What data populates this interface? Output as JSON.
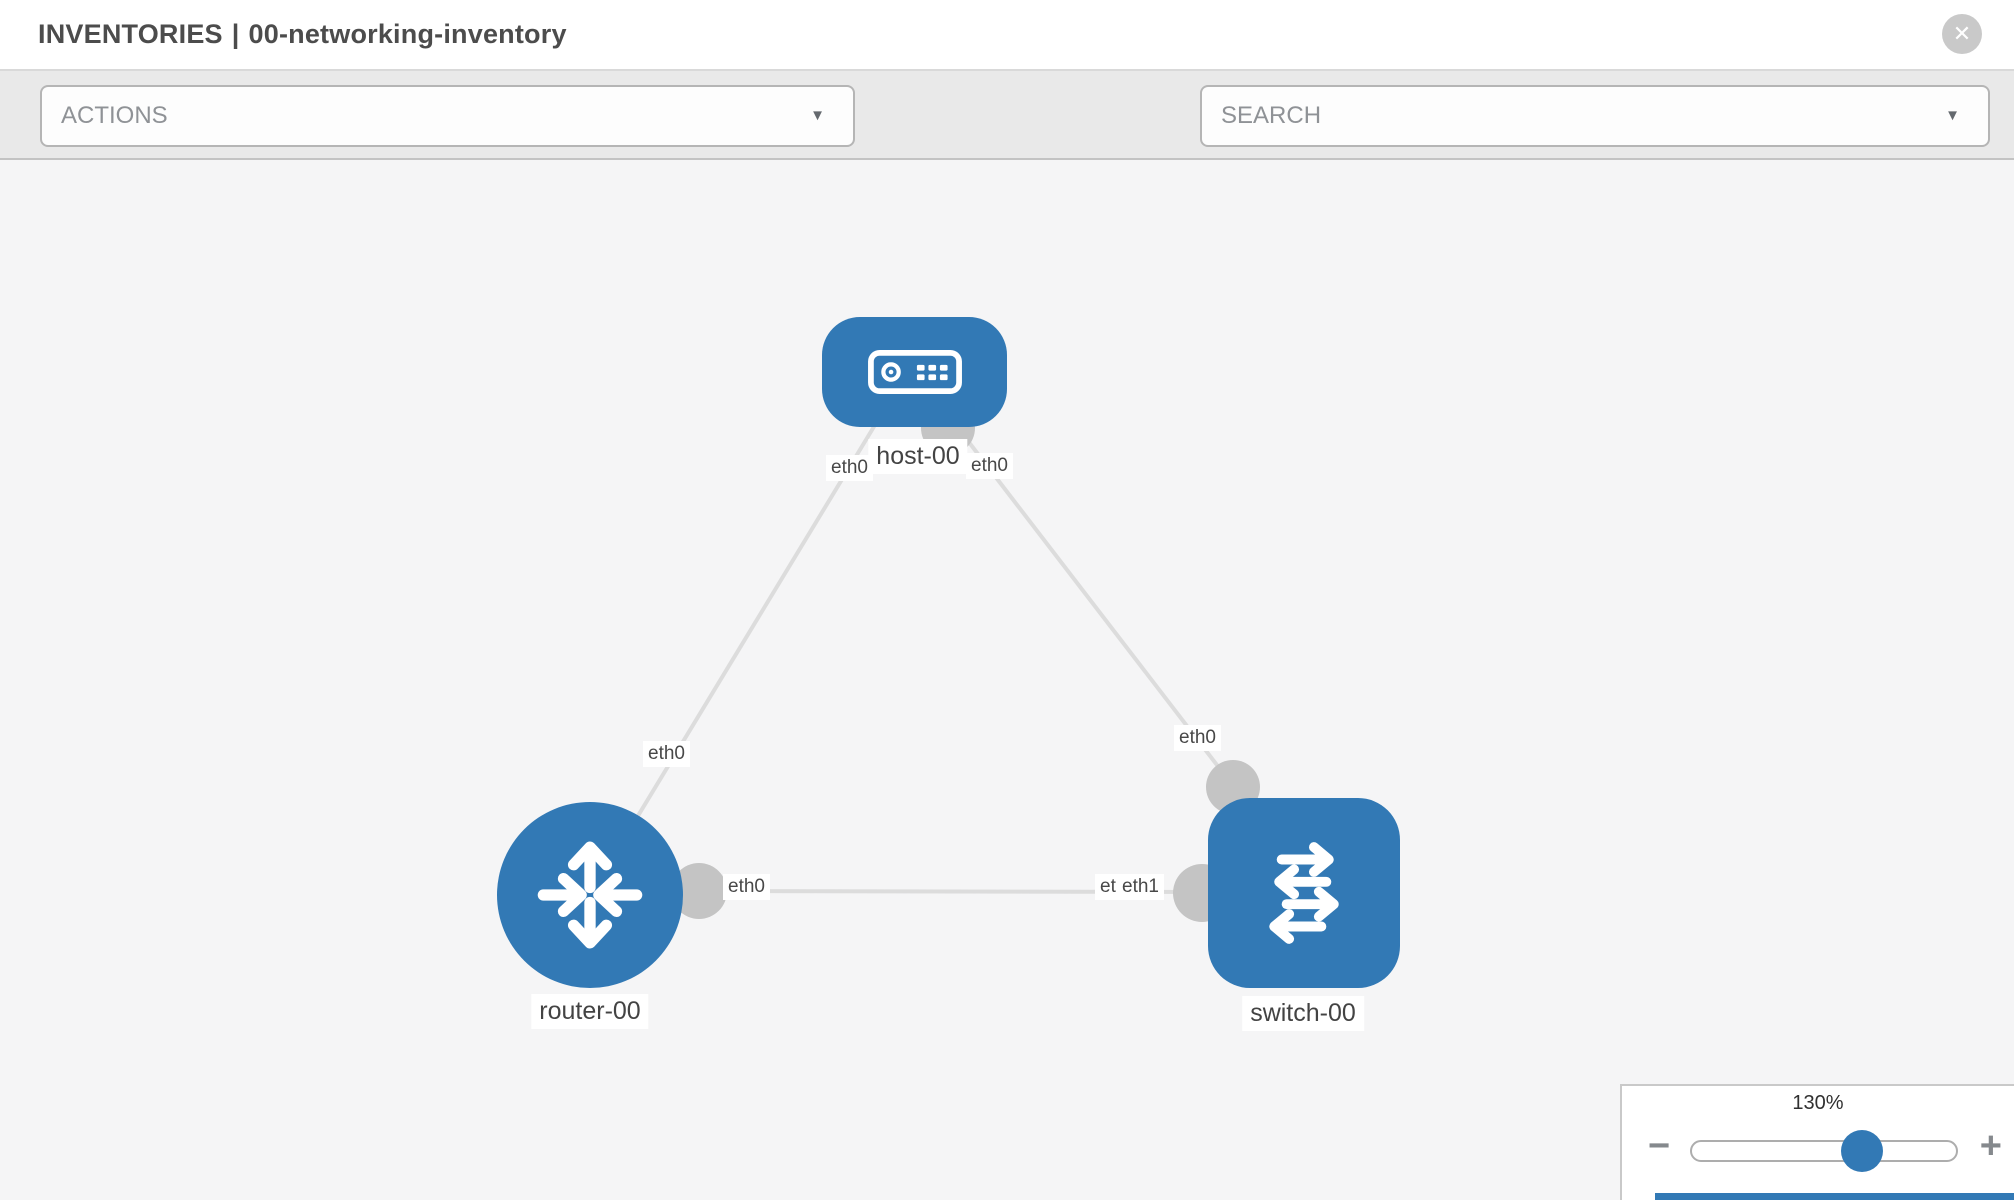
{
  "header": {
    "section": "INVENTORIES",
    "separator": "|",
    "inventory_name": "00-networking-inventory"
  },
  "toolbar": {
    "actions_label": "ACTIONS",
    "search_placeholder": "SEARCH"
  },
  "icons": {
    "close": "✕",
    "chevron_down": "▼",
    "minus": "−",
    "plus": "+",
    "wrench": "wrench-icon",
    "key": "key-icon"
  },
  "topology": {
    "nodes": [
      {
        "id": "host-00",
        "label": "host-00",
        "type": "host"
      },
      {
        "id": "router-00",
        "label": "router-00",
        "type": "router"
      },
      {
        "id": "switch-00",
        "label": "switch-00",
        "type": "switch"
      }
    ],
    "links": [
      {
        "from": "host-00",
        "from_if": "eth0",
        "to": "router-00",
        "to_if": "eth0"
      },
      {
        "from": "host-00",
        "from_if": "eth0",
        "to": "switch-00",
        "to_if": "eth0"
      },
      {
        "from": "router-00",
        "from_if": "eth0",
        "to": "switch-00",
        "to_if": "eth1"
      }
    ],
    "labels": {
      "host": "host-00",
      "router": "router-00",
      "switch": "switch-00",
      "host_if_left": "eth0",
      "host_if_right": "eth0",
      "router_if_top": "eth0",
      "switch_if_top": "eth0",
      "mid_link_router_if": "eth0",
      "mid_link_switch_if_behind": "eth0",
      "mid_link_switch_if_front": "eth1"
    }
  },
  "zoom_control": {
    "level": "130%"
  },
  "colors": {
    "node_blue": "#3279b5",
    "accent_blue": "#3279b5",
    "link_gray": "#dcdcdc",
    "port_gray": "#c4c4c4",
    "toolbar_bg": "#e9e9e9",
    "canvas_bg": "#f5f5f6",
    "icon_gray": "#7b8086"
  }
}
